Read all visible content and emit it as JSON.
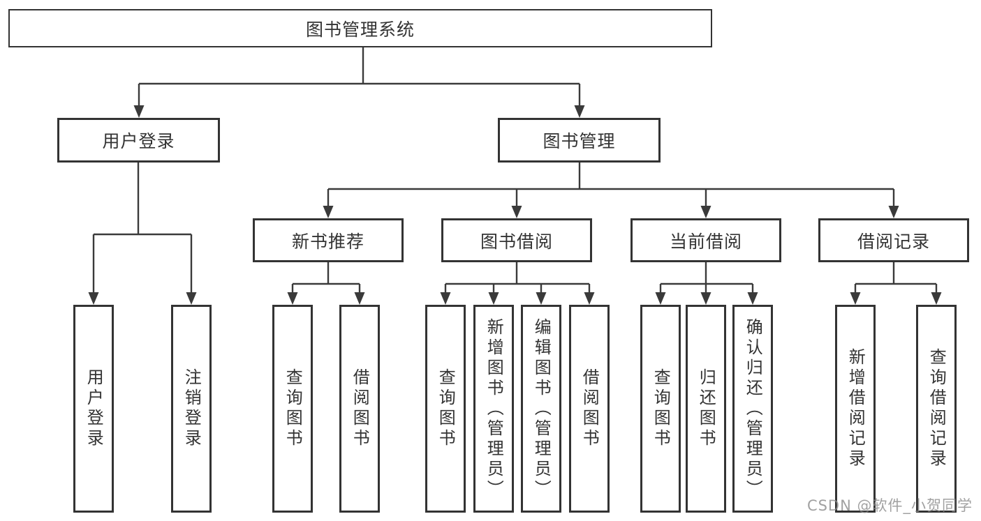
{
  "tree": {
    "root": "图书管理系统",
    "branches": [
      {
        "label": "用户登录",
        "children": [
          "用户登录",
          "注销登录"
        ]
      },
      {
        "label": "图书管理",
        "sections": [
          {
            "label": "新书推荐",
            "children": [
              "查询图书",
              "借阅图书"
            ]
          },
          {
            "label": "图书借阅",
            "children": [
              "查询图书",
              "新增图书（管理员）",
              "编辑图书（管理员）",
              "借阅图书"
            ]
          },
          {
            "label": "当前借阅",
            "children": [
              "查询图书",
              "归还图书",
              "确认归还（管理员）"
            ]
          },
          {
            "label": "借阅记录",
            "children": [
              "新增借阅记录",
              "查询借阅记录"
            ]
          }
        ]
      }
    ]
  },
  "watermark": {
    "text": "CSDN @软件_小贺同学"
  },
  "colors": {
    "line": "#3a3a3a",
    "box_border": "#333333",
    "text": "#333333",
    "background": "#ffffff",
    "watermark_gray": "#8a8a8a"
  }
}
